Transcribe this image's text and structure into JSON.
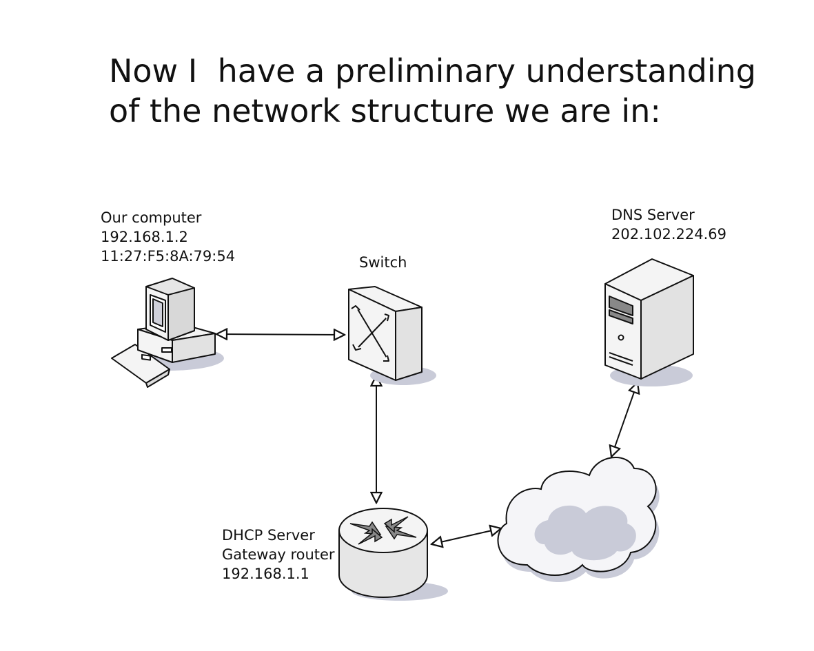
{
  "title": {
    "line1": "Now I  have a preliminary understanding",
    "line2": "of the network structure we are in:"
  },
  "nodes": {
    "computer": {
      "name": "Our computer",
      "ip": "192.168.1.2",
      "mac": "11:27:F5:8A:79:54",
      "icon": "desktop-computer-icon"
    },
    "switch": {
      "name": "Switch",
      "icon": "network-switch-icon"
    },
    "dns": {
      "name": "DNS Server",
      "ip": "202.102.224.69",
      "icon": "server-tower-icon"
    },
    "router": {
      "name1": "DHCP Server",
      "name2": "Gateway router",
      "ip": "192.168.1.1",
      "icon": "router-icon"
    },
    "internet": {
      "icon": "cloud-icon"
    }
  },
  "connections": [
    {
      "from": "computer",
      "to": "switch",
      "style": "bidirectional"
    },
    {
      "from": "switch",
      "to": "router",
      "style": "bidirectional"
    },
    {
      "from": "router",
      "to": "internet",
      "style": "bidirectional"
    },
    {
      "from": "internet",
      "to": "dns",
      "style": "bidirectional"
    }
  ],
  "colors": {
    "stroke": "#111111",
    "device_fill": "#f4f4f4",
    "shadow": "#c9cbd8",
    "cloud_fill": "#f5f5f8"
  }
}
